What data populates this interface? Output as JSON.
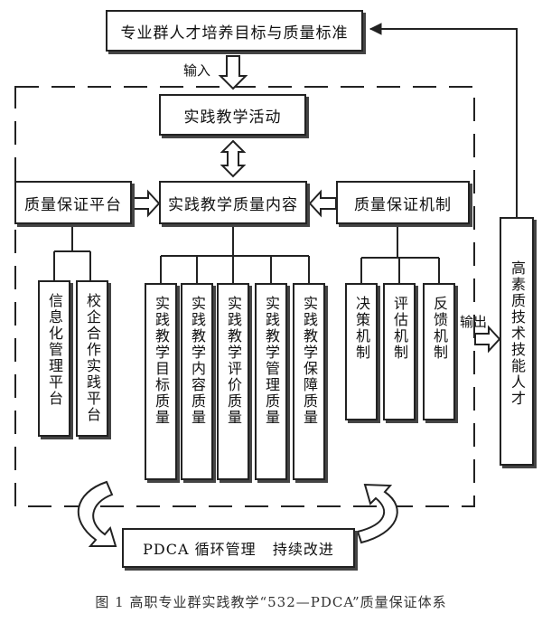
{
  "nodes": {
    "goal": "专业群人才培养目标与质量标准",
    "activity": "实践教学活动",
    "platform": "质量保证平台",
    "content": "实践教学质量内容",
    "mechanism": "质量保证机制",
    "pdca": "PDCA 循环管理   持续改进",
    "talent": "高素质技术技能人才",
    "platform_items": [
      "信息化管理平台",
      "校企合作实践平台"
    ],
    "content_items": [
      "实践教学目标质量",
      "实践教学内容质量",
      "实践教学评价质量",
      "实践教学管理质量",
      "实践教学保障质量"
    ],
    "mechanism_items": [
      "决策机制",
      "评估机制",
      "反馈机制"
    ]
  },
  "labels": {
    "input": "输入",
    "output": "输出"
  },
  "caption": "图 1   高职专业群实践教学“532—PDCA”质量保证体系"
}
